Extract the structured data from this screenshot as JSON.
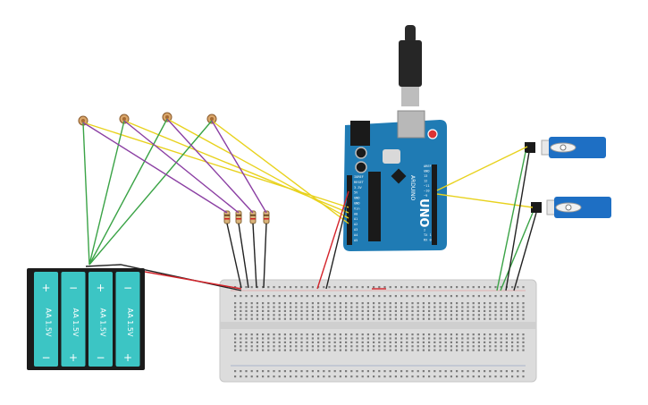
{
  "battery": {
    "cells": [
      {
        "label": "AA 1.5V"
      },
      {
        "label": "AA 1.5V"
      },
      {
        "label": "AA 1.5V"
      },
      {
        "label": "AA 1.5V"
      }
    ],
    "plus_sign": "+",
    "minus_sign": "−",
    "body_color": "#3cc5c4"
  },
  "arduino": {
    "model": "UNO",
    "brand": "ARDUINO",
    "board_color": "#1f7bb4",
    "pin_labels_left": [
      "IOREF",
      "RESET",
      "3.3V",
      "5V",
      "GND",
      "GND",
      "Vin",
      "A0",
      "A1",
      "A2",
      "A3",
      "A4",
      "A5"
    ],
    "pin_labels_right": [
      "AREF",
      "GND",
      "13",
      "12",
      "~11",
      "~10",
      "~9",
      "8",
      "7",
      "~6",
      "~5",
      "4",
      "~3",
      "2",
      "TX 1",
      "RX 0"
    ]
  },
  "wire_colors": {
    "yellow": "#e8d21e",
    "green": "#3aa346",
    "purple": "#8b3fa3",
    "red": "#d4242b",
    "black": "#222222"
  },
  "servo": {
    "body_color": "#1e6fc4"
  }
}
